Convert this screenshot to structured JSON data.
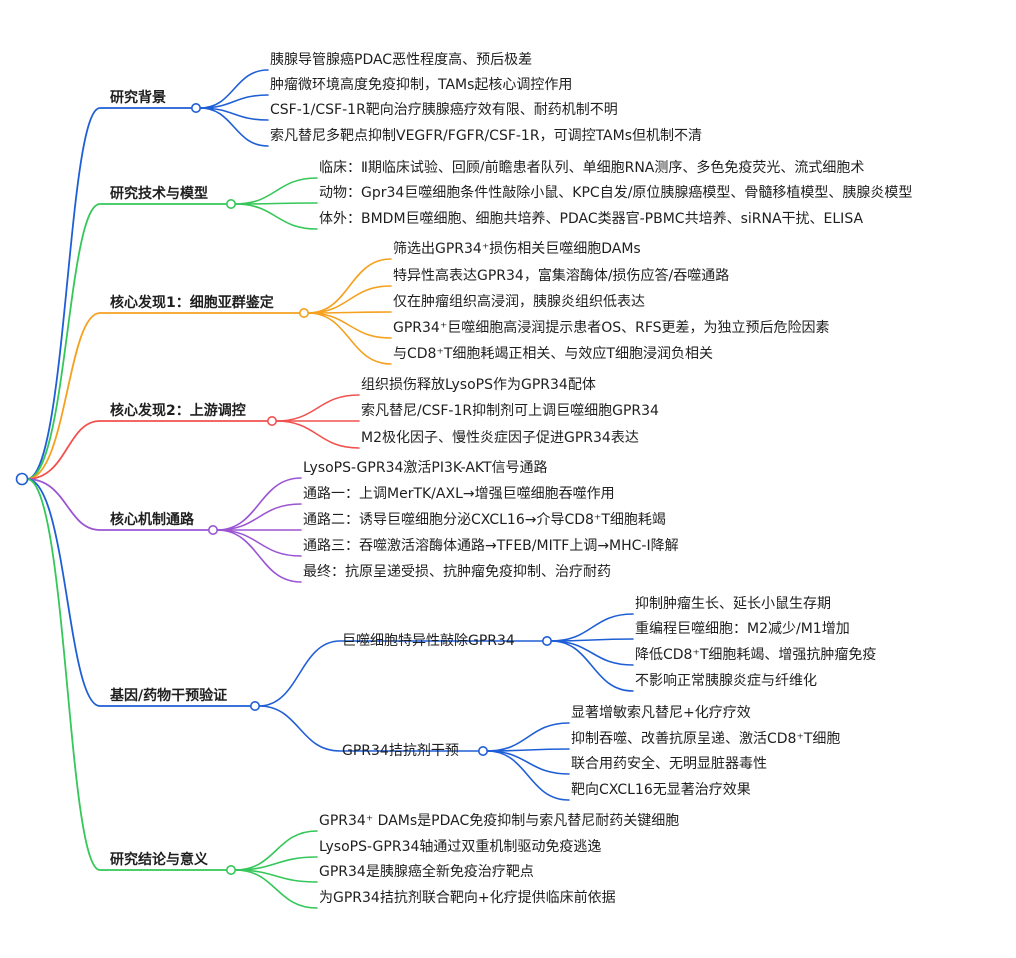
{
  "mindmap": {
    "colors": {
      "blue": "#1f5fd6",
      "green": "#34c759",
      "orange": "#f5a11f",
      "red": "#f0524f",
      "purple": "#9b55d3"
    },
    "branches": [
      {
        "label": "研究背景",
        "color": "#1f5fd6",
        "children": [
          {
            "label": "胰腺导管腺癌PDAC恶性程度高、预后极差"
          },
          {
            "label": "肿瘤微环境高度免疫抑制，TAMs起核心调控作用"
          },
          {
            "label": "CSF-1/CSF-1R靶向治疗胰腺癌疗效有限、耐药机制不明"
          },
          {
            "label": "索凡替尼多靶点抑制VEGFR/FGFR/CSF-1R，可调控TAMs但机制不清"
          }
        ]
      },
      {
        "label": "研究技术与模型",
        "color": "#34c759",
        "children": [
          {
            "label": "临床：Ⅱ期临床试验、回顾/前瞻患者队列、单细胞RNA测序、多色免疫荧光、流式细胞术"
          },
          {
            "label": "动物：Gpr34巨噬细胞条件性敲除小鼠、KPC自发/原位胰腺癌模型、骨髓移植模型、胰腺炎模型"
          },
          {
            "label": "体外：BMDM巨噬细胞、细胞共培养、PDAC类器官-PBMC共培养、siRNA干扰、ELISA"
          }
        ]
      },
      {
        "label": "核心发现1：细胞亚群鉴定",
        "color": "#f5a11f",
        "children": [
          {
            "label": "筛选出GPR34⁺损伤相关巨噬细胞DAMs"
          },
          {
            "label": "特异性高表达GPR34，富集溶酶体/损伤应答/吞噬通路"
          },
          {
            "label": "仅在肿瘤组织高浸润，胰腺炎组织低表达"
          },
          {
            "label": "GPR34⁺巨噬细胞高浸润提示患者OS、RFS更差，为独立预后危险因素"
          },
          {
            "label": "与CD8⁺T细胞耗竭正相关、与效应T细胞浸润负相关"
          }
        ]
      },
      {
        "label": "核心发现2：上游调控",
        "color": "#f0524f",
        "children": [
          {
            "label": "组织损伤释放LysoPS作为GPR34配体"
          },
          {
            "label": "索凡替尼/CSF-1R抑制剂可上调巨噬细胞GPR34"
          },
          {
            "label": "M2极化因子、慢性炎症因子促进GPR34表达"
          }
        ]
      },
      {
        "label": "核心机制通路",
        "color": "#9b55d3",
        "children": [
          {
            "label": "LysoPS-GPR34激活PI3K-AKT信号通路"
          },
          {
            "label": "通路一：上调MerTK/AXL→增强巨噬细胞吞噬作用"
          },
          {
            "label": "通路二：诱导巨噬细胞分泌CXCL16→介导CD8⁺T细胞耗竭"
          },
          {
            "label": "通路三：吞噬激活溶酶体通路→TFEB/MITF上调→MHC-I降解"
          },
          {
            "label": "最终：抗原呈递受损、抗肿瘤免疫抑制、治疗耐药"
          }
        ]
      },
      {
        "label": "基因/药物干预验证",
        "color": "#1f5fd6",
        "children": [
          {
            "label": "巨噬细胞特异性敲除GPR34",
            "children": [
              {
                "label": "抑制肿瘤生长、延长小鼠生存期"
              },
              {
                "label": "重编程巨噬细胞：M2减少/M1增加"
              },
              {
                "label": "降低CD8⁺T细胞耗竭、增强抗肿瘤免疫"
              },
              {
                "label": "不影响正常胰腺炎症与纤维化"
              }
            ]
          },
          {
            "label": "GPR34拮抗剂干预",
            "children": [
              {
                "label": "显著增敏索凡替尼+化疗疗效"
              },
              {
                "label": "抑制吞噬、改善抗原呈递、激活CD8⁺T细胞"
              },
              {
                "label": "联合用药安全、无明显脏器毒性"
              },
              {
                "label": "靶向CXCL16无显著治疗效果"
              }
            ]
          }
        ]
      },
      {
        "label": "研究结论与意义",
        "color": "#34c759",
        "children": [
          {
            "label": "GPR34⁺ DAMs是PDAC免疫抑制与索凡替尼耐药关键细胞"
          },
          {
            "label": "LysoPS-GPR34轴通过双重机制驱动免疫逃逸"
          },
          {
            "label": "GPR34是胰腺癌全新免疫治疗靶点"
          },
          {
            "label": "为GPR34拮抗剂联合靶向+化疗提供临床前依据"
          }
        ]
      }
    ]
  }
}
